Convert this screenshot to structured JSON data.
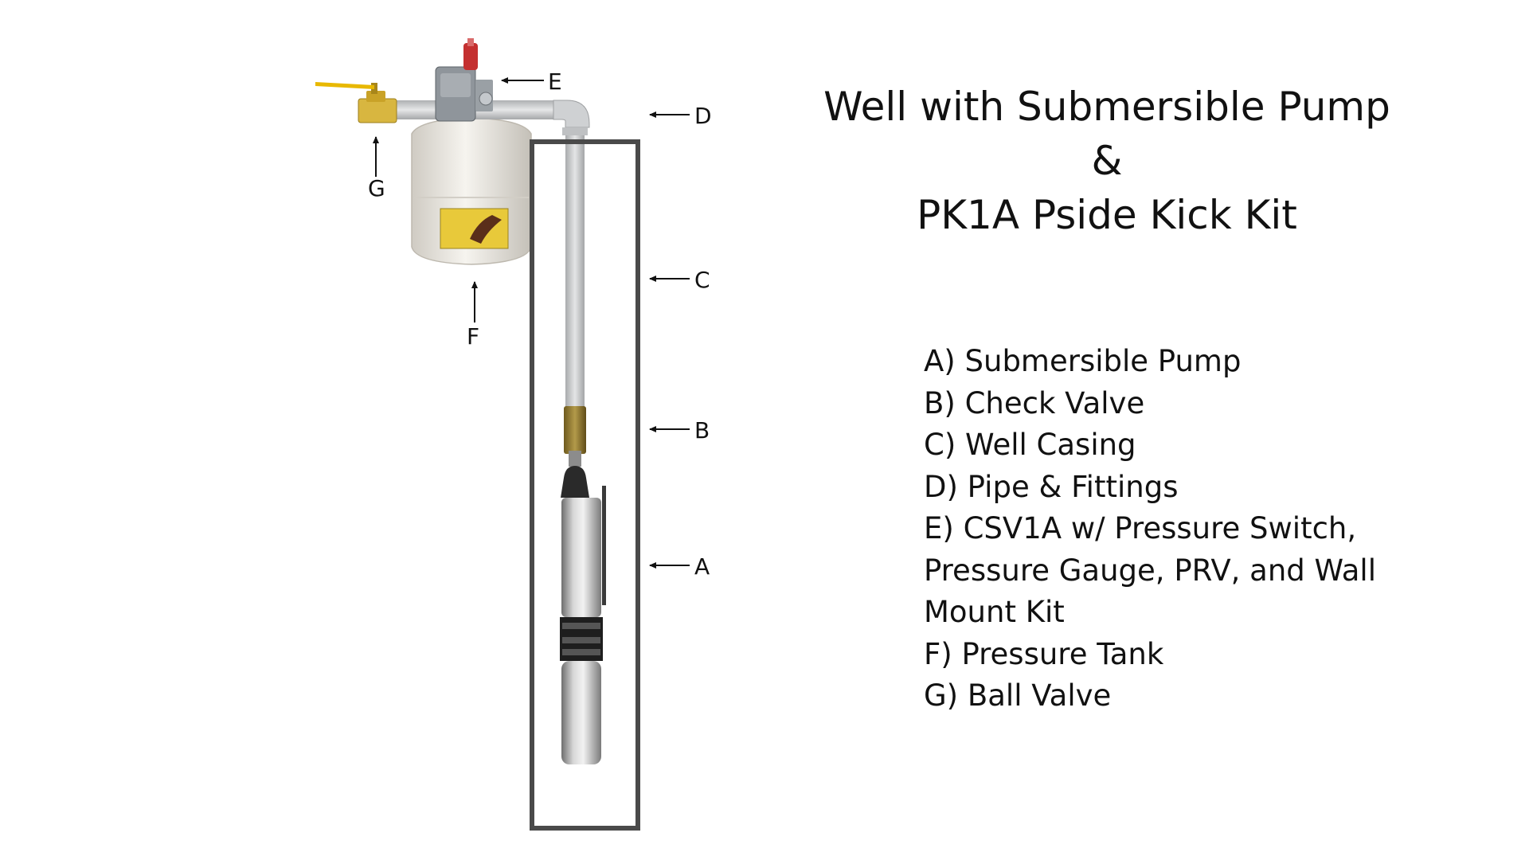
{
  "title": {
    "line1": "Well with Submersible Pump",
    "line2": "&",
    "line3": "PK1A Pside Kick Kit"
  },
  "callouts": {
    "A": "A",
    "B": "B",
    "C": "C",
    "D": "D",
    "E": "E",
    "F": "F",
    "G": "G"
  },
  "legend": [
    "A) Submersible Pump",
    "B) Check Valve",
    "C) Well Casing",
    "D) Pipe & Fittings",
    "E) CSV1A w/ Pressure Switch,",
    "Pressure Gauge, PRV, and Wall",
    "Mount Kit",
    "F) Pressure Tank",
    "G) Ball Valve"
  ],
  "colors": {
    "casing": "#4a4a4a",
    "pipe": "#c9cbcd",
    "brass": "#c9a227",
    "handle": "#e8b800",
    "tank": "#eeeae2",
    "prv_red": "#c43030"
  }
}
